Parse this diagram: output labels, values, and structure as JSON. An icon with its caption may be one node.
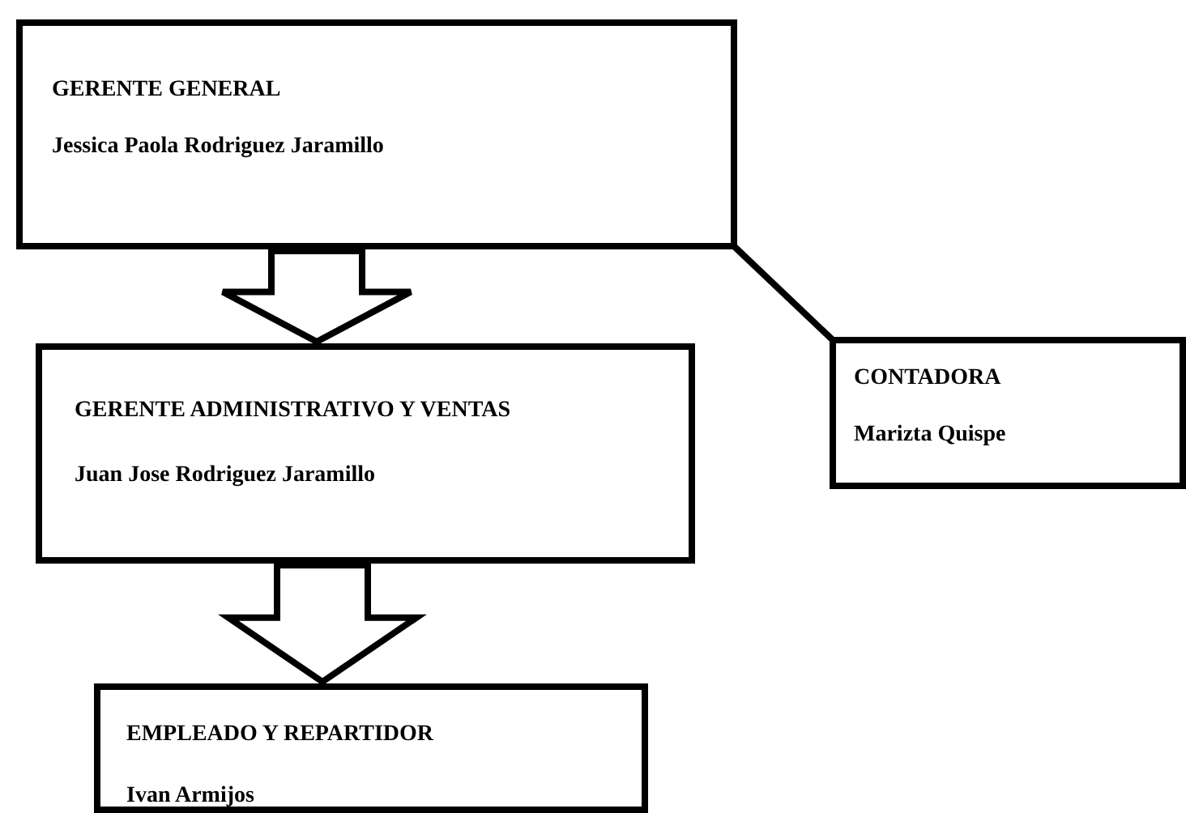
{
  "diagram": {
    "nodes": [
      {
        "text": [
          "GERENTE GENERAL",
          "Jessica Paola Rodriguez Jaramillo"
        ]
      },
      {
        "text": [
          "GERENTE ADMINISTRATIVO Y VENTAS",
          "Juan Jose Rodriguez Jaramillo"
        ]
      },
      {
        "text": [
          "EMPLEADO Y REPARTIDOR",
          "Ivan Armijos"
        ]
      },
      {
        "text": [
          "CONTADORA",
          "Marizta Quispe"
        ]
      }
    ],
    "edges": [
      {
        "from": 0,
        "to": 1,
        "arrow": "to",
        "style": "thick"
      },
      {
        "from": 1,
        "to": 2,
        "arrow": "to",
        "style": "thick"
      },
      {
        "from": 0,
        "to": 3,
        "arrow": "none"
      }
    ]
  }
}
